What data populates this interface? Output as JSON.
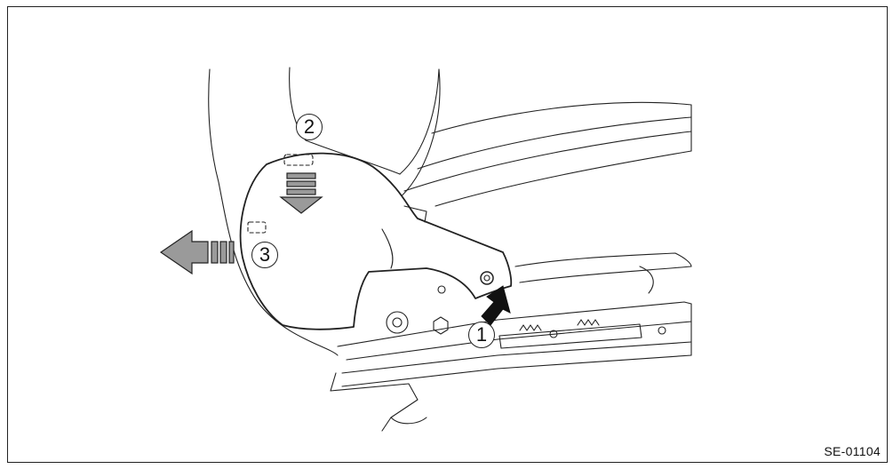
{
  "callouts": {
    "c1": "1",
    "c2": "2",
    "c3": "3"
  },
  "figure_code": "SE-01104",
  "colors": {
    "line": "#222222",
    "arrow_fill": "#9a9a9a",
    "cover_fill": "#ffffff",
    "push_arrow": "#111111"
  }
}
